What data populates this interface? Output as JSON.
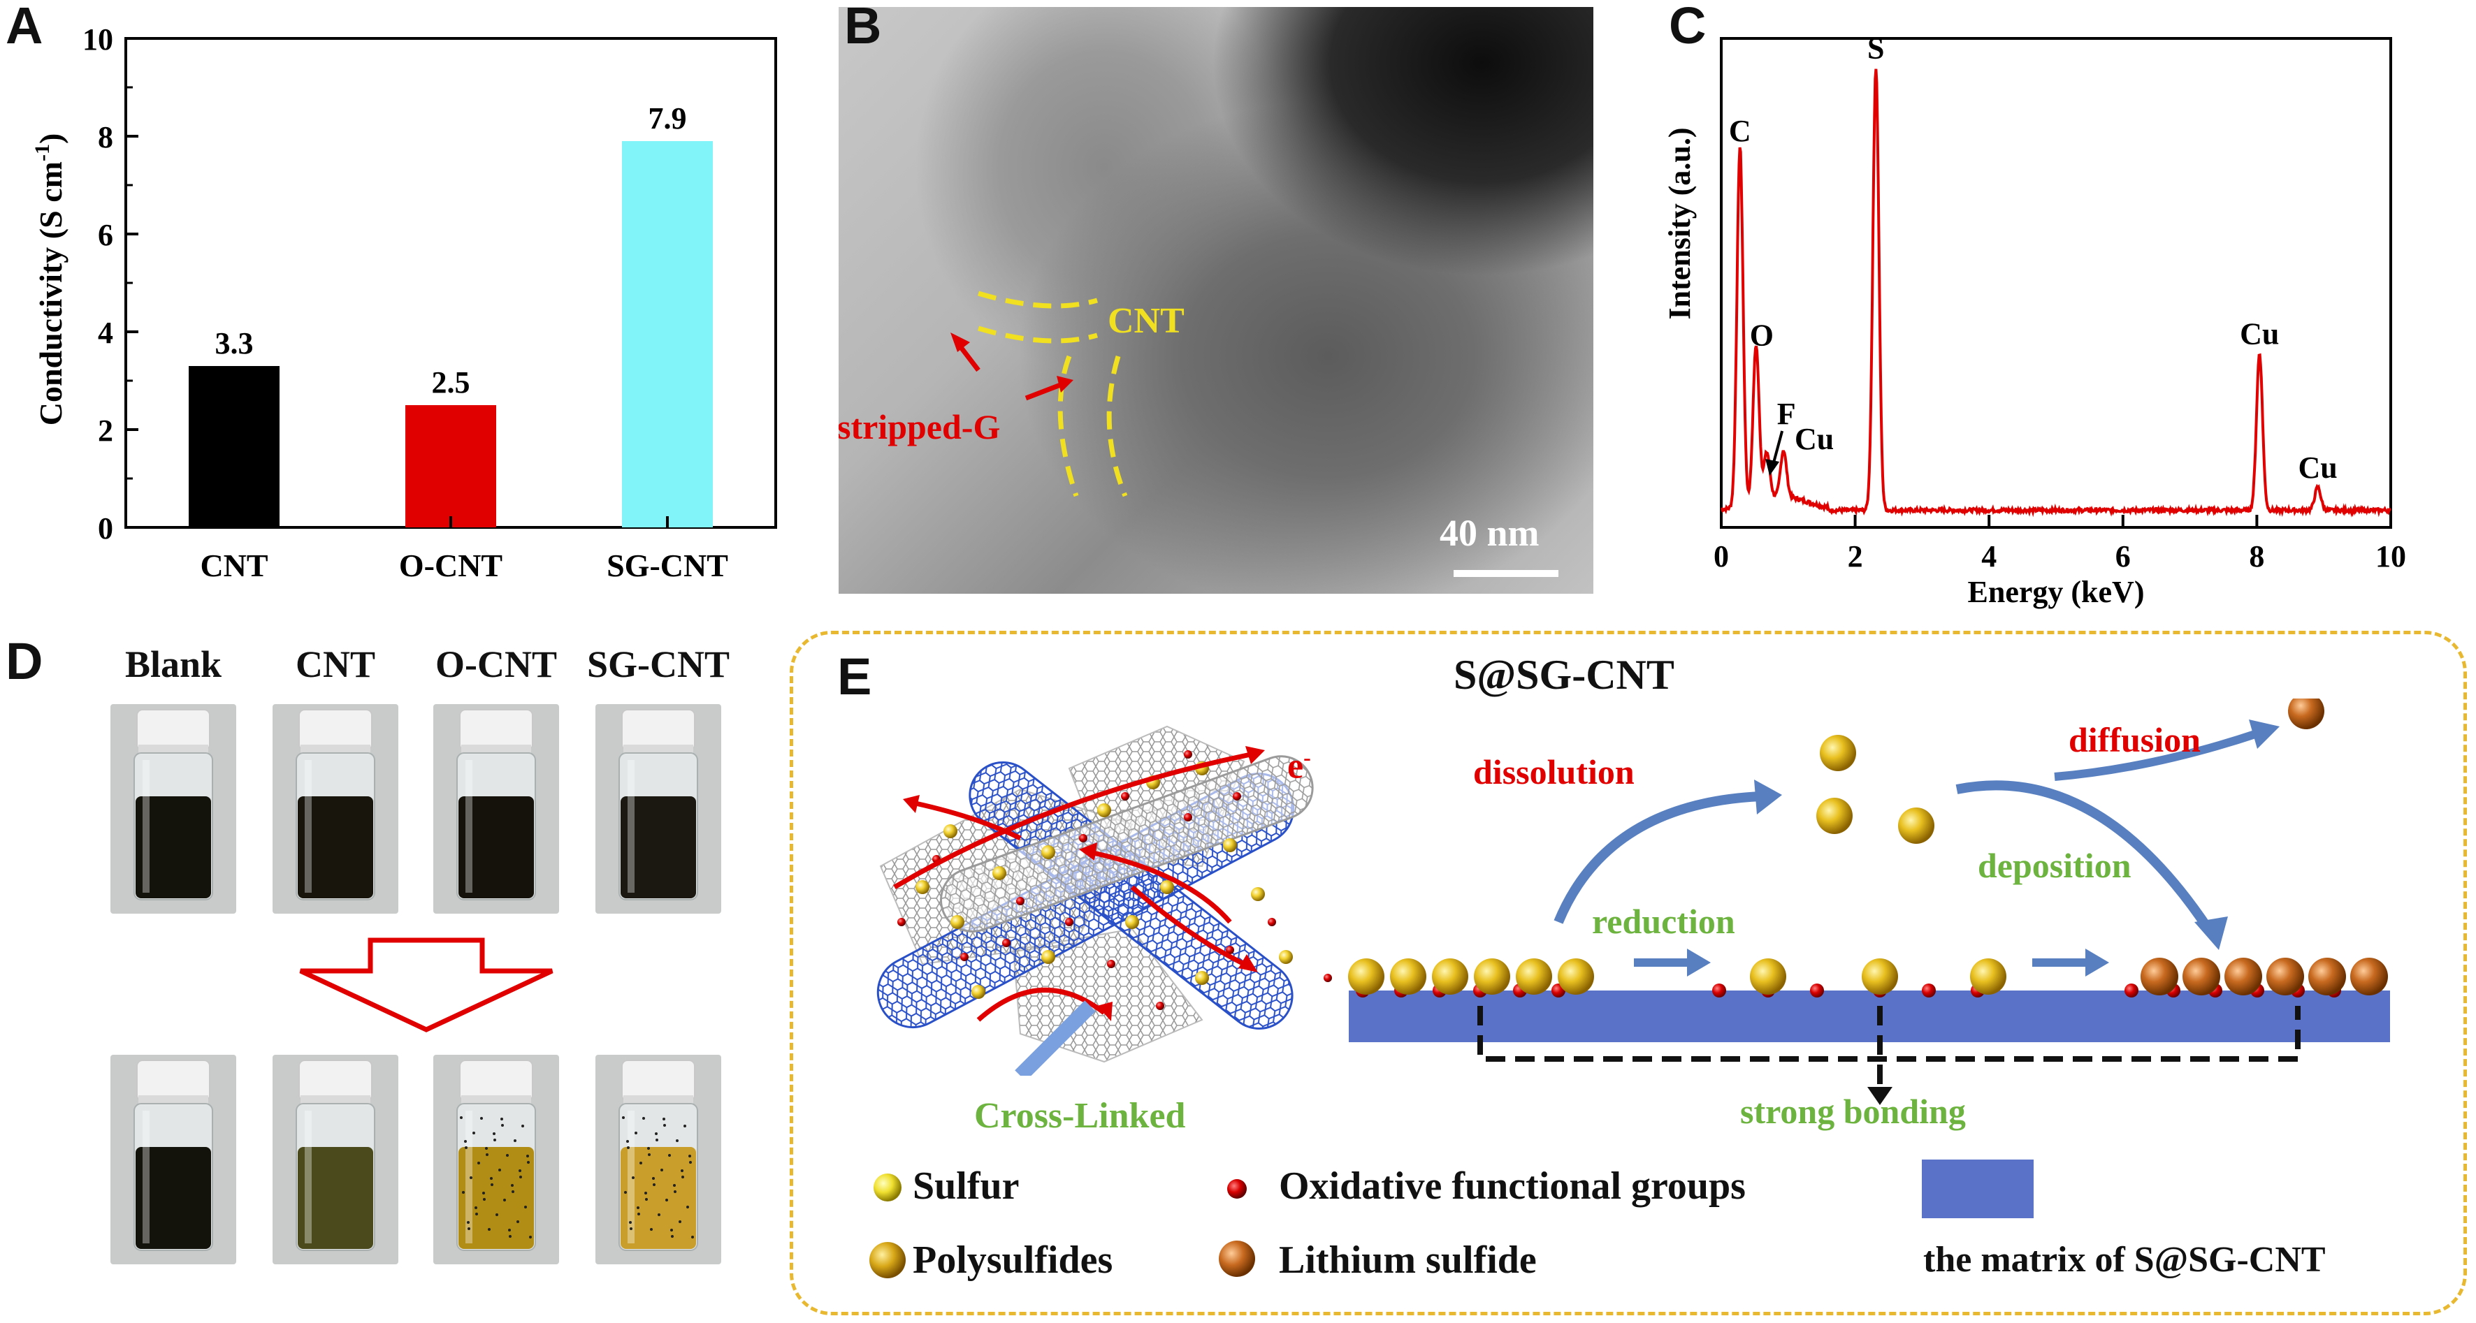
{
  "panels": {
    "A": {
      "letter": "A",
      "chart_data": {
        "type": "bar",
        "categories": [
          "CNT",
          "O-CNT",
          "SG-CNT"
        ],
        "values": [
          3.3,
          2.5,
          7.9
        ],
        "value_labels": [
          "3.3",
          "2.5",
          "7.9"
        ],
        "colors": [
          "#000000",
          "#e00000",
          "#80f4f8"
        ],
        "ylabel_main": "Conductivity (S cm",
        "ylabel_sup": "-1",
        "ylabel_close": ")",
        "ylim": [
          0,
          10
        ],
        "yticks": [
          "0",
          "2",
          "4",
          "6",
          "8",
          "10"
        ]
      }
    },
    "B": {
      "letter": "B",
      "label_cnt": "CNT",
      "label_stripped": "stripped-G",
      "scale_bar": "40 nm"
    },
    "C": {
      "letter": "C",
      "chart_data": {
        "type": "line",
        "xlabel": "Energy (keV)",
        "ylabel": "Intensity (a.u.)",
        "xlim": [
          0,
          10
        ],
        "xticks": [
          "0",
          "2",
          "4",
          "6",
          "8",
          "10"
        ],
        "color": "#e00000",
        "peaks": [
          {
            "label": "C",
            "x": 0.28,
            "height": 0.78
          },
          {
            "label": "O",
            "x": 0.52,
            "height": 0.34
          },
          {
            "label": "F",
            "x": 0.68,
            "height": 0.1
          },
          {
            "label": "Cu",
            "x": 0.93,
            "height": 0.1
          },
          {
            "label": "S",
            "x": 2.31,
            "height": 0.96
          },
          {
            "label": "Cu",
            "x": 8.04,
            "height": 0.34
          },
          {
            "label": "Cu",
            "x": 8.91,
            "height": 0.05
          }
        ]
      }
    },
    "D": {
      "letter": "D",
      "vials": [
        "Blank",
        "CNT",
        "O-CNT",
        "SG-CNT"
      ],
      "before_colors": [
        "#14130b",
        "#17150c",
        "#14120a",
        "#1a1810"
      ],
      "after_colors": [
        "#14130b",
        "#4b4a1c",
        "#b28d16",
        "#c99e2a"
      ]
    },
    "E": {
      "letter": "E",
      "title": "S@SG-CNT",
      "electron": "e",
      "electron_sup": "-",
      "cross_linked": "Cross-Linked",
      "dissolution": "dissolution",
      "diffusion": "diffusion",
      "deposition": "deposition",
      "reduction": "reduction",
      "strong_bonding": "strong bonding",
      "legend": {
        "sulfur": "Sulfur",
        "polysulfides": "Polysulfides",
        "oxidative": "Oxidative functional groups",
        "lithium_sulfide": "Lithium sulfide",
        "matrix": "the matrix of S@SG-CNT"
      },
      "colors": {
        "red_text": "#e00000",
        "green_text": "#6db33f",
        "matrix_blue": "#5a72c8",
        "arrow_blue": "#5880c0",
        "dash_border": "#e8b830"
      }
    }
  }
}
